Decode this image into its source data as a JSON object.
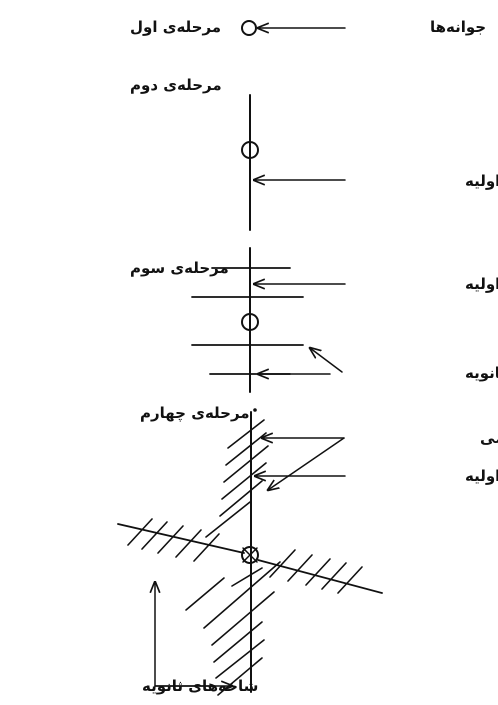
{
  "stages": {
    "stage1": {
      "title": "مرحله‌ی اول",
      "label_buds": "جوانه‌ها"
    },
    "stage2": {
      "title": "مرحله‌ی دوم",
      "label_primary": "شاخه‌ی اولیه"
    },
    "stage3": {
      "title": "مرحله‌ی سوم",
      "label_primary": "شاخه‌ی اولیه",
      "label_secondary": "شاخه‌ی ثانویه"
    },
    "stage4": {
      "title": "مرحله‌ی چهارم",
      "label_tertiary": "شاخه‌های سومی",
      "label_primary": "شاخه‌ی اولیه",
      "label_secondary": "شاخه‌های ثانویه"
    }
  },
  "colors": {
    "ink": "#111111",
    "background": "#ffffff"
  }
}
